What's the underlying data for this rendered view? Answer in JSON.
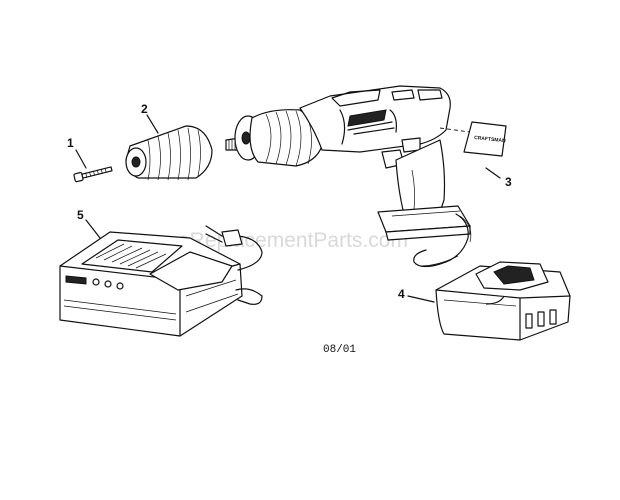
{
  "watermark": "eReplacementParts.com",
  "date_code": "08/01",
  "label_text": "CRAFTSMAN",
  "callouts": [
    "1",
    "2",
    "3",
    "4",
    "5"
  ],
  "parts": {
    "screw": "screw",
    "chuck": "keyless chuck",
    "drill": "cordless drill",
    "battery": "battery pack",
    "charger": "charger"
  }
}
